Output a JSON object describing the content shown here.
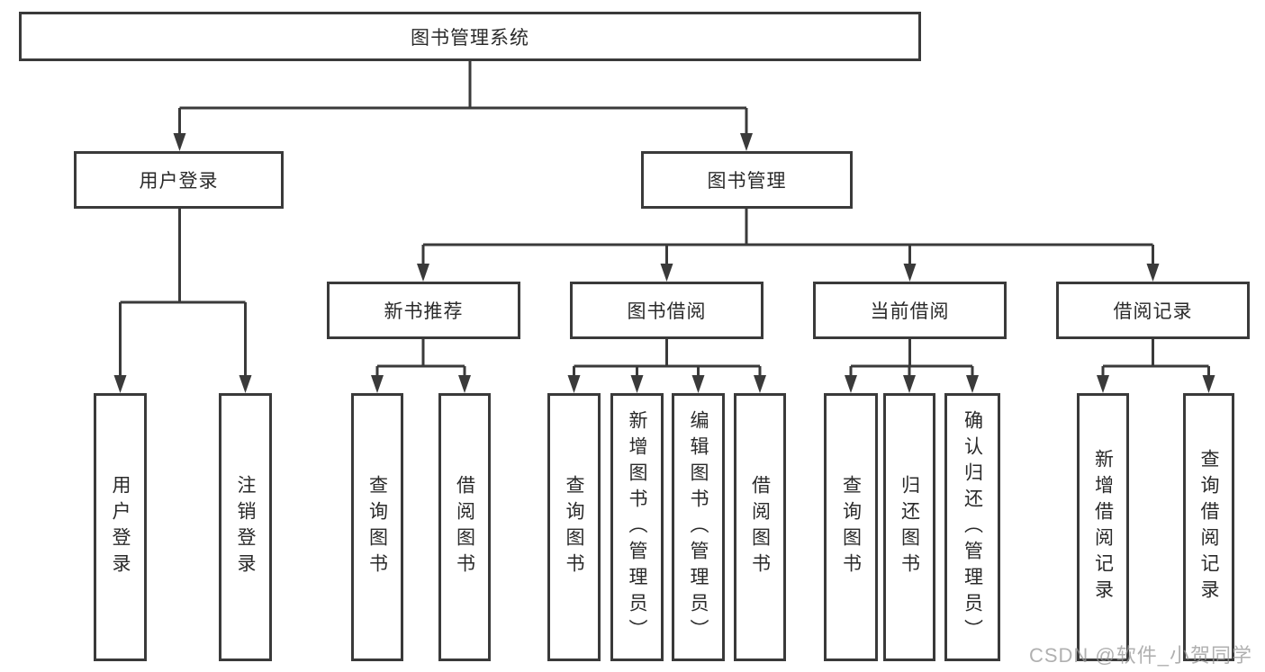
{
  "diagram": {
    "title": "图书管理系统",
    "type": "hierarchy-tree"
  },
  "tree": {
    "label": "图书管理系统",
    "children": [
      {
        "label": "用户登录",
        "children": [
          {
            "label": "用户登录"
          },
          {
            "label": "注销登录"
          }
        ]
      },
      {
        "label": "图书管理",
        "children": [
          {
            "label": "新书推荐",
            "children": [
              {
                "label": "查询图书"
              },
              {
                "label": "借阅图书"
              }
            ]
          },
          {
            "label": "图书借阅",
            "children": [
              {
                "label": "查询图书"
              },
              {
                "label": "新增图书（管理员）"
              },
              {
                "label": "编辑图书（管理员）"
              },
              {
                "label": "借阅图书"
              }
            ]
          },
          {
            "label": "当前借阅",
            "children": [
              {
                "label": "查询图书"
              },
              {
                "label": "归还图书"
              },
              {
                "label": "确认归还（管理员）"
              }
            ]
          },
          {
            "label": "借阅记录",
            "children": [
              {
                "label": "新增借阅记录"
              },
              {
                "label": "查询借阅记录"
              }
            ]
          }
        ]
      }
    ]
  },
  "watermark": {
    "text": "CSDN @软件_小贺同学"
  },
  "colors": {
    "line": "#3a3a3a",
    "box_border": "#3a3a3a",
    "text": "#2a2a2a",
    "background": "#ffffff",
    "watermark": "#969696"
  }
}
